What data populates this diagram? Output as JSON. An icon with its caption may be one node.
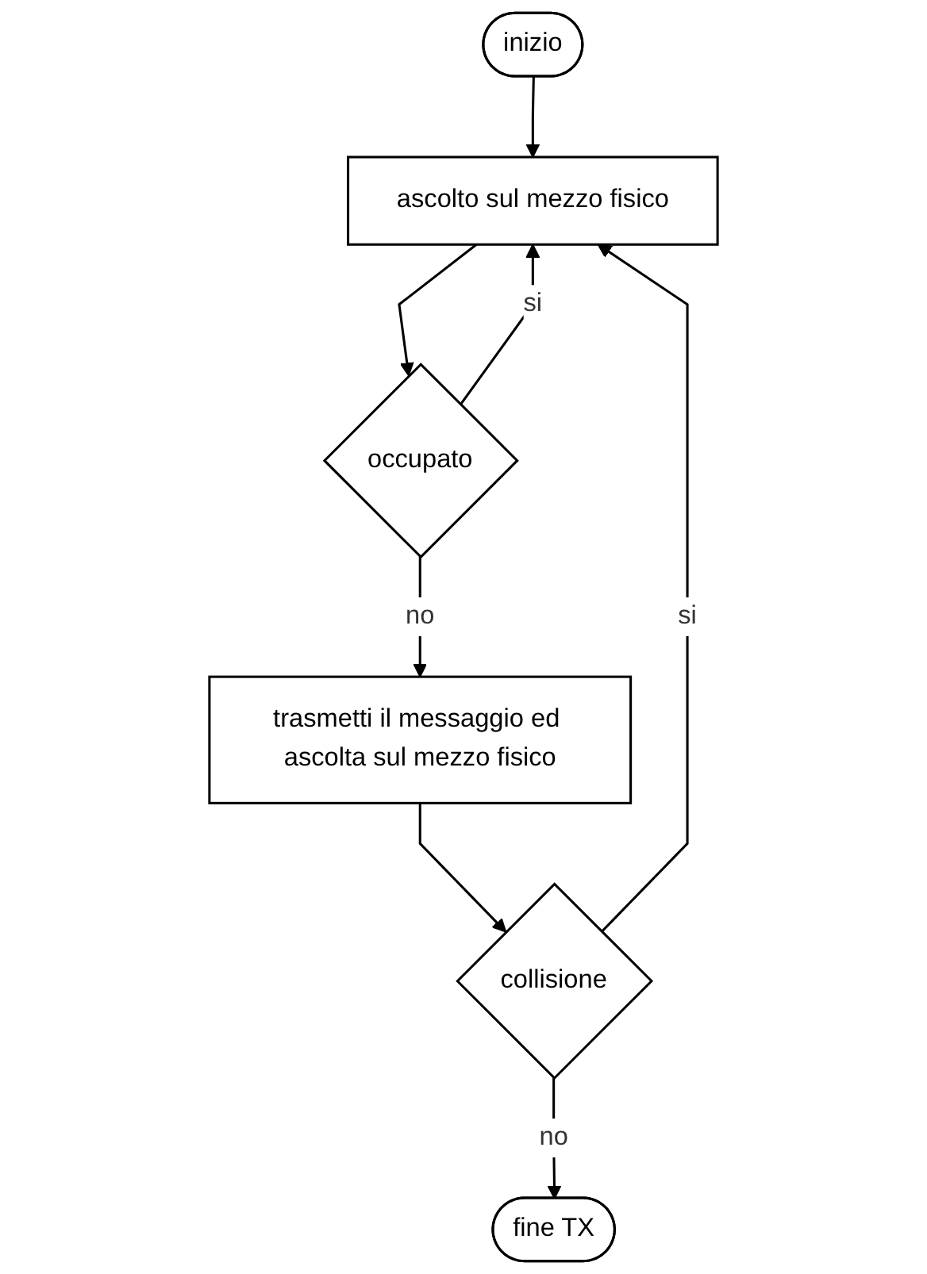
{
  "diagram": {
    "nodes": [
      {
        "text": [
          "inizio"
        ]
      },
      {
        "text": [
          "ascolto sul mezzo fisico"
        ]
      },
      {
        "text": [
          "occupato"
        ]
      },
      {
        "text": [
          "trasmetti il messaggio ed ascolta sul mezzo fisico"
        ]
      },
      {
        "text": [
          "collisione"
        ]
      },
      {
        "text": [
          "fine TX"
        ]
      }
    ],
    "edges": [
      {
        "from": 0,
        "to": 1,
        "arrow": "to"
      },
      {
        "from": 1,
        "to": 2,
        "arrow": "to"
      },
      {
        "from": 2,
        "to": 1,
        "arrow": "to",
        "label": "si"
      },
      {
        "from": 2,
        "to": 3,
        "arrow": "to",
        "label": "no"
      },
      {
        "from": 3,
        "to": 4,
        "arrow": "to"
      },
      {
        "from": 4,
        "to": 1,
        "arrow": "to",
        "label": "si"
      },
      {
        "from": 4,
        "to": 5,
        "arrow": "to",
        "label": "no"
      }
    ]
  }
}
